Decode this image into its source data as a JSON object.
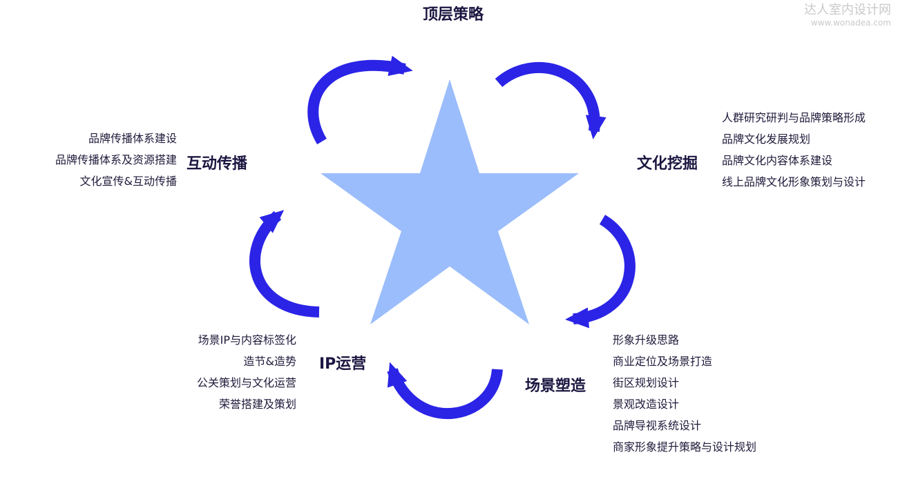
{
  "watermark": {
    "title": "达人室内设计网",
    "url": "www.wonadea.com"
  },
  "colors": {
    "star": "#9bbdfb",
    "arrow": "#2b24e6",
    "label": "#1b1640",
    "text": "#1f1a3a"
  },
  "nodes": {
    "top": {
      "title": "顶层策略"
    },
    "right": {
      "title": "文化挖掘",
      "items": [
        "人群研究研判与品牌策略形成",
        "品牌文化发展规划",
        "品牌文化内容体系建设",
        "线上品牌文化形象策划与设计"
      ]
    },
    "bottom_right": {
      "title": "场景塑造",
      "items": [
        "形象升级思路",
        "商业定位及场景打造",
        "街区规划设计",
        "景观改造设计",
        "品牌导视系统设计",
        "商家形象提升策略与设计规划"
      ]
    },
    "bottom_left": {
      "title": "IP运营",
      "items": [
        "场景IP与内容标签化",
        "造节&造势",
        "公关策划与文化运营",
        "荣誉搭建及策划"
      ]
    },
    "left": {
      "title": "互动传播",
      "items": [
        "品牌传播体系建设",
        "品牌传播体系及资源搭建",
        "文化宣传&互动传播"
      ]
    }
  }
}
